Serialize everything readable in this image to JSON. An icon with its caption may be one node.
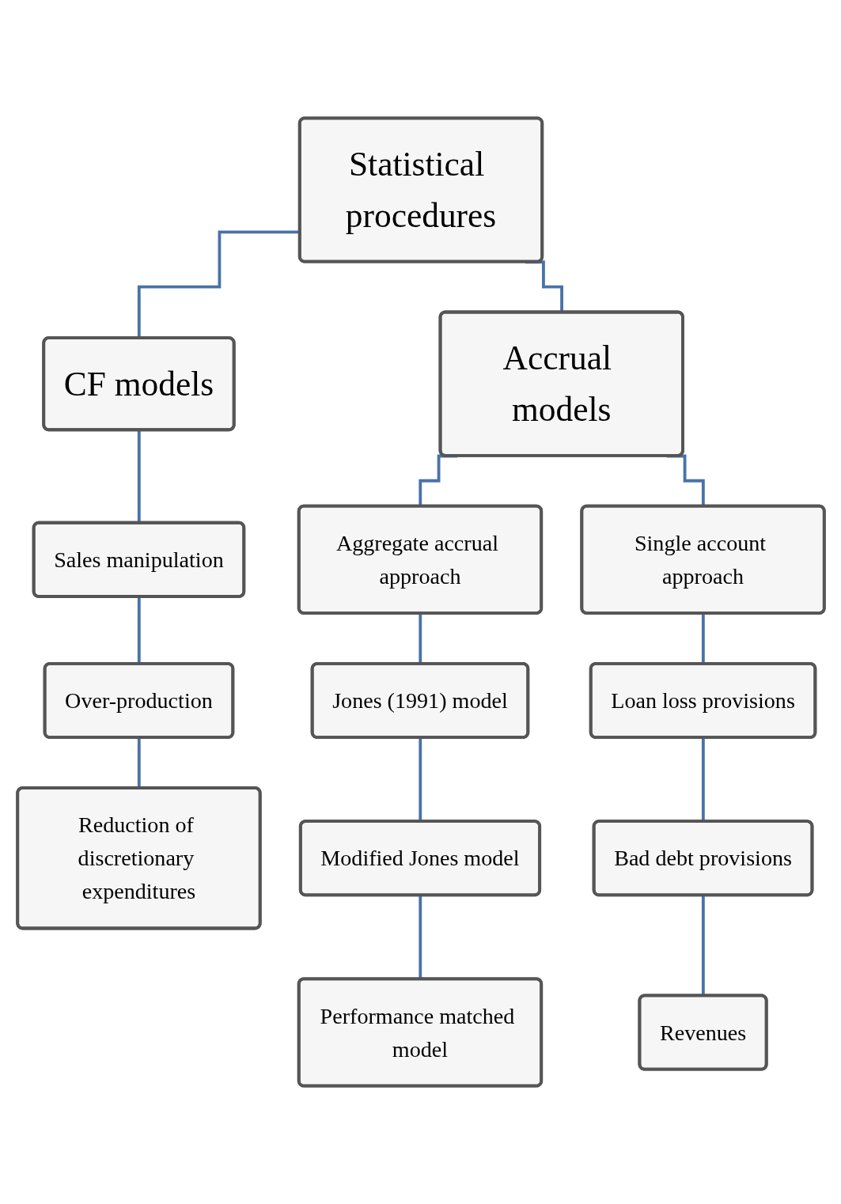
{
  "diagram": {
    "nodes": [
      {
        "text": [
          "Statistical procedures"
        ]
      },
      {
        "text": [
          "CF models"
        ]
      },
      {
        "text": [
          "Accrual models"
        ]
      },
      {
        "text": [
          "Sales manipulation"
        ]
      },
      {
        "text": [
          "Over-production"
        ]
      },
      {
        "text": [
          "Reduction of discretionary expenditures"
        ]
      },
      {
        "text": [
          "Aggregate accrual approach"
        ]
      },
      {
        "text": [
          "Single account approach"
        ]
      },
      {
        "text": [
          "Jones (1991) model"
        ]
      },
      {
        "text": [
          "Modified Jones model"
        ]
      },
      {
        "text": [
          "Performance matched model"
        ]
      },
      {
        "text": [
          "Loan loss provisions"
        ]
      },
      {
        "text": [
          "Bad debt provisions"
        ]
      },
      {
        "text": [
          "Revenues"
        ]
      }
    ],
    "edges": [
      {
        "from": 0,
        "to": 1,
        "arrow": "none"
      },
      {
        "from": 0,
        "to": 2,
        "arrow": "none"
      },
      {
        "from": 1,
        "to": 3,
        "arrow": "none"
      },
      {
        "from": 3,
        "to": 4,
        "arrow": "none"
      },
      {
        "from": 4,
        "to": 5,
        "arrow": "none"
      },
      {
        "from": 2,
        "to": 6,
        "arrow": "none"
      },
      {
        "from": 2,
        "to": 7,
        "arrow": "none"
      },
      {
        "from": 6,
        "to": 8,
        "arrow": "none"
      },
      {
        "from": 8,
        "to": 9,
        "arrow": "none"
      },
      {
        "from": 9,
        "to": 10,
        "arrow": "none"
      },
      {
        "from": 7,
        "to": 11,
        "arrow": "none"
      },
      {
        "from": 11,
        "to": 12,
        "arrow": "none"
      },
      {
        "from": 12,
        "to": 13,
        "arrow": "none"
      }
    ]
  }
}
